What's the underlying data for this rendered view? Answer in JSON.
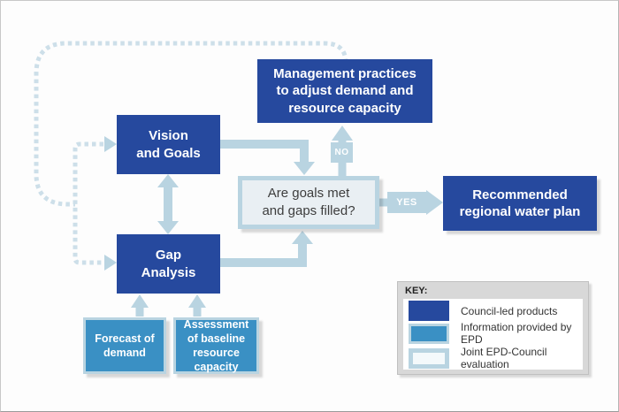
{
  "colors": {
    "council_blue": "#26499e",
    "epd_blue": "#3a90c4",
    "light_blue": "#b9d4e1",
    "dashed_blue": "#cddfe9",
    "decision_fill": "#e9eff3",
    "key_bg": "#d8d8d8"
  },
  "boxes": {
    "management": "Management practices\nto adjust demand and\nresource capacity",
    "vision": "Vision\nand Goals",
    "gap": "Gap\nAnalysis",
    "decision": "Are goals met\nand gaps filled?",
    "recommended": "Recommended\nregional water plan",
    "forecast": "Forecast of\ndemand",
    "assessment": "Assessment\nof baseline\nresource\ncapacity"
  },
  "branch_labels": {
    "no": "NO",
    "yes": "YES"
  },
  "key": {
    "title": "KEY:",
    "items": [
      {
        "label": "Council-led products"
      },
      {
        "label": "Information provided by EPD"
      },
      {
        "label": "Joint EPD-Council evaluation"
      }
    ]
  }
}
